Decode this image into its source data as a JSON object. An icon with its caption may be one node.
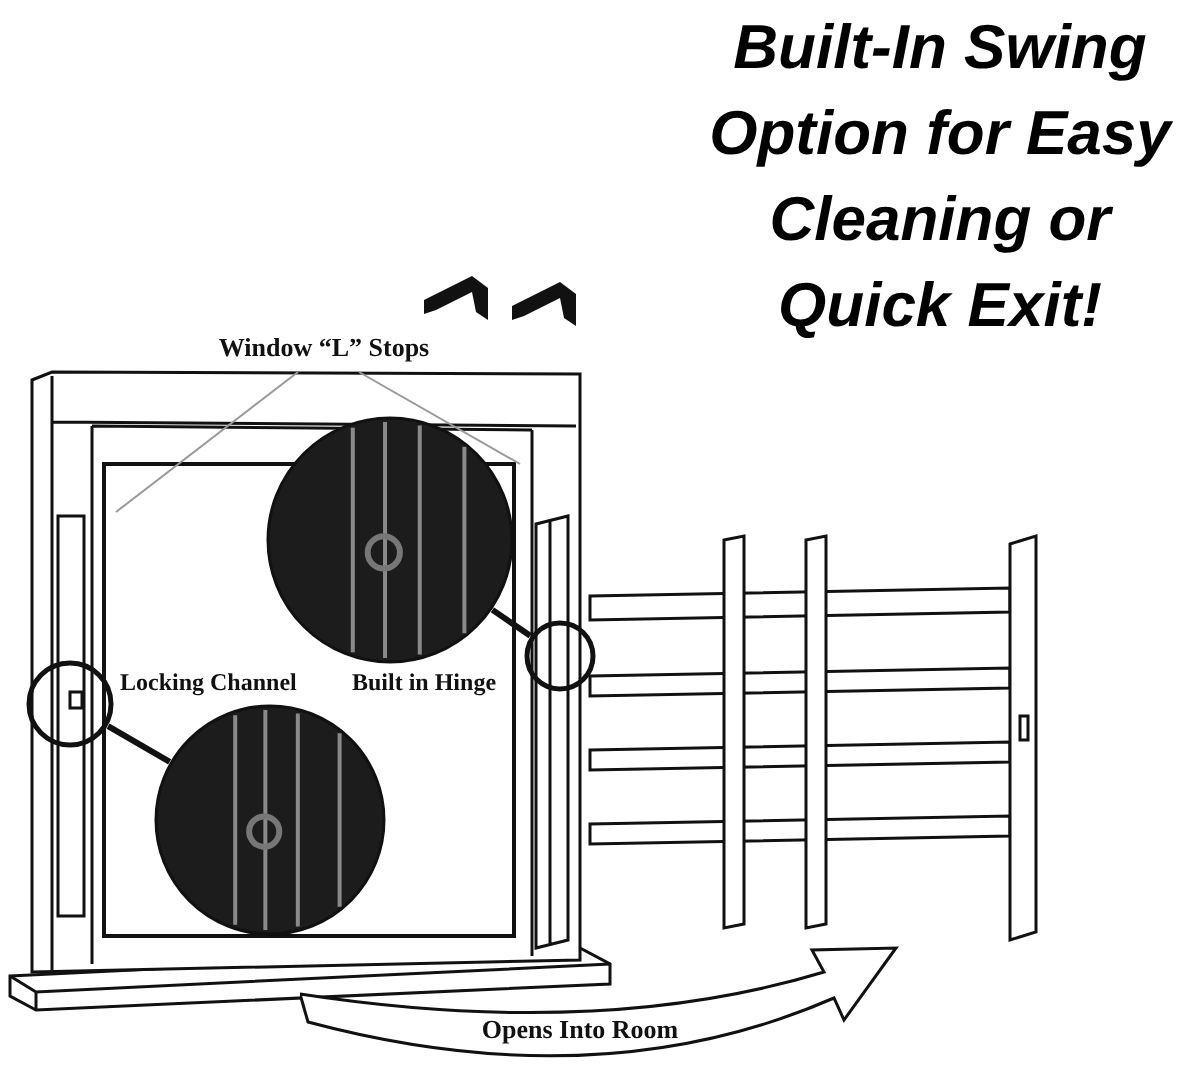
{
  "diagram": {
    "title": "Built-In Swing Option for Easy Cleaning or Quick Exit!",
    "nodes": [
      {
        "text": [
          "Window “L” Stops"
        ]
      },
      {
        "text": [],
        "shape": "circle"
      },
      {
        "text": [],
        "shape": "picture"
      },
      {
        "text": [],
        "shape": "circle"
      },
      {
        "text": [],
        "shape": "picture"
      },
      {
        "text": [
          "Opens Into Room"
        ]
      }
    ],
    "edges": [
      {
        "from": 0,
        "to": null,
        "arrow": "none",
        "color": "#999999"
      },
      {
        "from": 0,
        "to": null,
        "arrow": "none",
        "color": "#999999"
      },
      {
        "from": 1,
        "to": 2,
        "arrow": "none",
        "style": "thick",
        "color": "#111111"
      },
      {
        "from": 3,
        "to": 4,
        "arrow": "none",
        "style": "thick",
        "color": "#111111"
      }
    ],
    "labels": [
      "Built in Hinge",
      "Locking Channel"
    ]
  }
}
